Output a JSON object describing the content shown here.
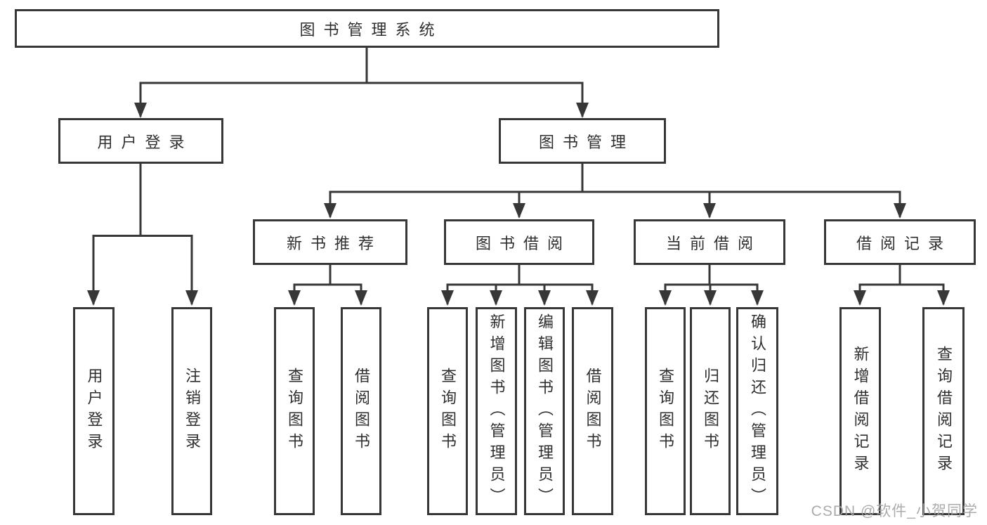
{
  "colors": {
    "line": "#373737",
    "text": "#2f2f2f",
    "background": "#ffffff",
    "watermark": "#a3a3a3"
  },
  "nodes": {
    "root": "图书管理系统",
    "user_login": "用户登录",
    "book_management": "图书管理",
    "new_book_recommend": "新书推荐",
    "book_borrow": "图书借阅",
    "current_borrow": "当前借阅",
    "borrow_records": "借阅记录",
    "leaf_user_login": "用户登录",
    "leaf_logout": "注销登录",
    "leaf_nb_query_books": "查询图书",
    "leaf_nb_borrow_books": "借阅图书",
    "leaf_bb_query_books": "查询图书",
    "leaf_bb_add_books_admin": "新增图书（管理员）",
    "leaf_bb_edit_books_admin": "编辑图书（管理员）",
    "leaf_bb_borrow_books": "借阅图书",
    "leaf_cb_query_books": "查询图书",
    "leaf_cb_return_books": "归还图书",
    "leaf_cb_confirm_return_admin": "确认归还（管理员）",
    "leaf_rec_add_record": "新增借阅记录",
    "leaf_rec_query_record": "查询借阅记录"
  },
  "watermark": "CSDN @软件_小贺同学"
}
